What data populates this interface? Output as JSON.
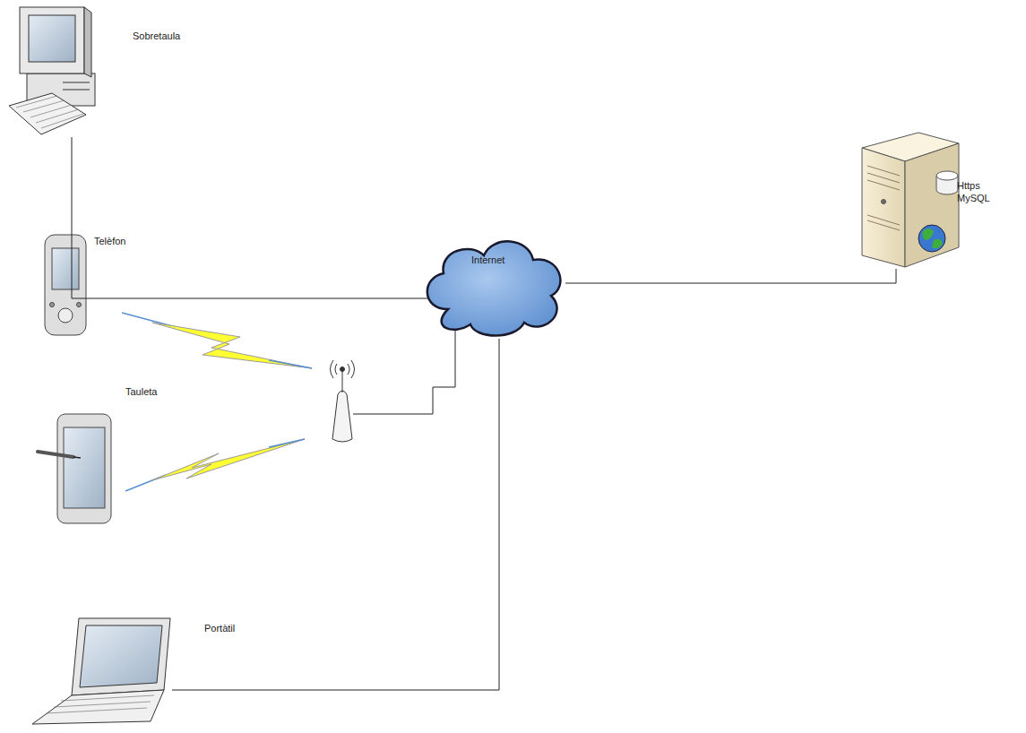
{
  "diagram": {
    "nodes": [
      {
        "text": [
          "Sobretaula"
        ]
      },
      {
        "text": [
          "Https MySQL"
        ]
      },
      {
        "text": [
          "Telèfon"
        ]
      },
      {
        "text": [
          "Internet"
        ]
      },
      {
        "text": [
          "Tauleta"
        ]
      },
      {
        "text": [
          "Portàtil"
        ]
      }
    ],
    "edges": [
      {
        "from": 0,
        "to": 3,
        "arrow": "none"
      },
      {
        "from": 3,
        "to": 1,
        "arrow": "none"
      },
      {
        "from": 5,
        "to": 3,
        "arrow": "none"
      }
    ]
  }
}
